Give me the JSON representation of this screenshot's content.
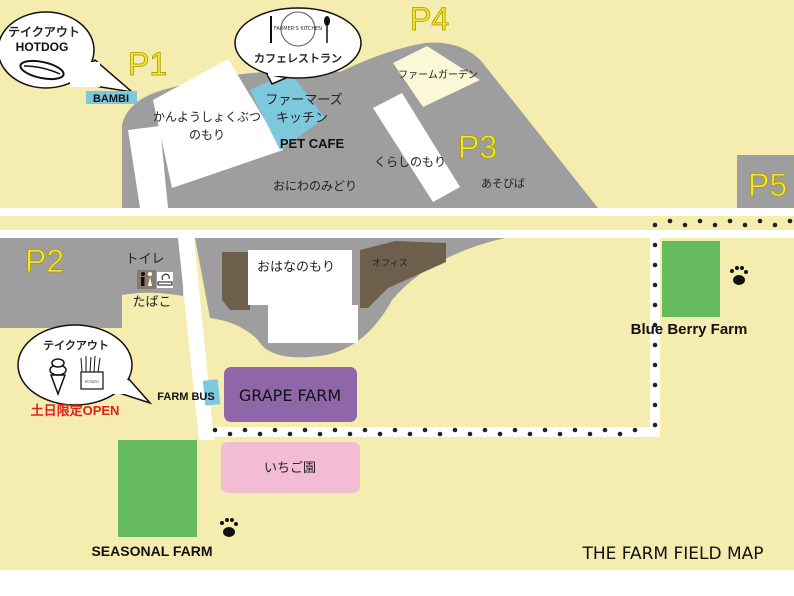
{
  "title": "THE FARM FIELD MAP",
  "colors": {
    "background": "#f5ecb0",
    "lot": "#9e9e9e",
    "road": "#ffffff",
    "blue": "#7ec8dd",
    "grape": "#8f67a8",
    "strawberry": "#f2bdd3",
    "green": "#66bb5e",
    "office": "#6e5f4c",
    "garden": "#fbf8d8",
    "red": "#e0201a"
  },
  "parking": [
    "P1",
    "P2",
    "P3",
    "P4",
    "P5"
  ],
  "bubbles": {
    "hotdog": {
      "line1": "テイクアウト",
      "line2": "HOTDOG"
    },
    "cafe": {
      "logo": "FARMER'S KITCHEN",
      "label": "カフェレストラン"
    },
    "icecream": {
      "label": "テイクアウト",
      "logo": "POTATO",
      "note": "土日限定OPEN"
    }
  },
  "places": {
    "bambi": "BAMBI",
    "kanyo_1": "かんようしょくぶつ",
    "kanyo_2": "のもり",
    "farmers_1": "ファーマーズ",
    "farmers_2": "キッチン",
    "pet_cafe": "PET CAFE",
    "oniwa": "おにわのみどり",
    "farm_garden": "ファームガーデン",
    "kurashi": "くらしのもり",
    "asobiba": "あそびば",
    "toilet": "トイレ",
    "tabako": "たばこ",
    "ohana": "おはなのもり",
    "office": "オフィス",
    "farm_bus": "FARM BUS",
    "grape_farm": "GRAPE FARM",
    "ichigo": "いちご園",
    "seasonal": "SEASONAL FARM",
    "blueberry": "Blue Berry Farm"
  }
}
